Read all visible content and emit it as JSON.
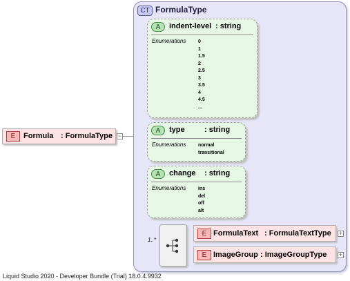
{
  "diagram": {
    "root_element": {
      "badge": "E",
      "name": "Formula",
      "type_label": ": FormulaType",
      "expander": "−"
    },
    "complex_type": {
      "badge": "CT",
      "name": "FormulaType"
    },
    "attributes": [
      {
        "badge": "A",
        "name": "indent-level",
        "type_label": ": string",
        "enumerations_label": "Enumerations",
        "values": [
          "0",
          "1",
          "1.5",
          "2",
          "2.5",
          "3",
          "3.5",
          "4",
          "4.5",
          "..."
        ]
      },
      {
        "badge": "A",
        "name": "type",
        "type_label": ": string",
        "enumerations_label": "Enumerations",
        "values": [
          "normal",
          "transitional"
        ]
      },
      {
        "badge": "A",
        "name": "change",
        "type_label": ": string",
        "enumerations_label": "Enumerations",
        "values": [
          "ins",
          "del",
          "off",
          "alt"
        ]
      }
    ],
    "sequence": {
      "occurrence": "1..*"
    },
    "child_elements": [
      {
        "badge": "E",
        "name": "FormulaText",
        "type_label": ": FormulaTextType",
        "expander": "+"
      },
      {
        "badge": "E",
        "name": "ImageGroup",
        "type_label": ": ImageGroupType",
        "expander": "+"
      }
    ]
  },
  "footer": "Liquid Studio 2020 - Developer Bundle (Trial) 18.0.4.9932",
  "colors": {
    "complex_type_bg": "#e6e6f8",
    "attribute_bg": "#e6f7e6",
    "element_bg": "#fde3e3"
  }
}
